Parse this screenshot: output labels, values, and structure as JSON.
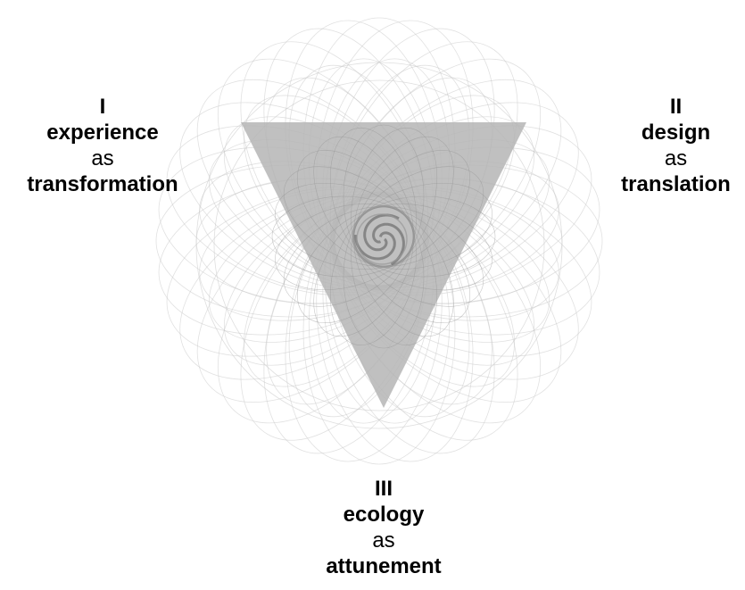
{
  "labels": [
    {
      "numeral": "I",
      "subject": "experience",
      "connector": "as",
      "result": "transformation"
    },
    {
      "numeral": "II",
      "subject": "design",
      "connector": "as",
      "result": "translation"
    },
    {
      "numeral": "III",
      "subject": "ecology",
      "connector": "as",
      "result": "attunement"
    }
  ],
  "colors": {
    "triangle_fill": "#b5b5b5",
    "spiro_stroke": "#c9c9c9",
    "text": "#000000",
    "background": "#ffffff"
  }
}
